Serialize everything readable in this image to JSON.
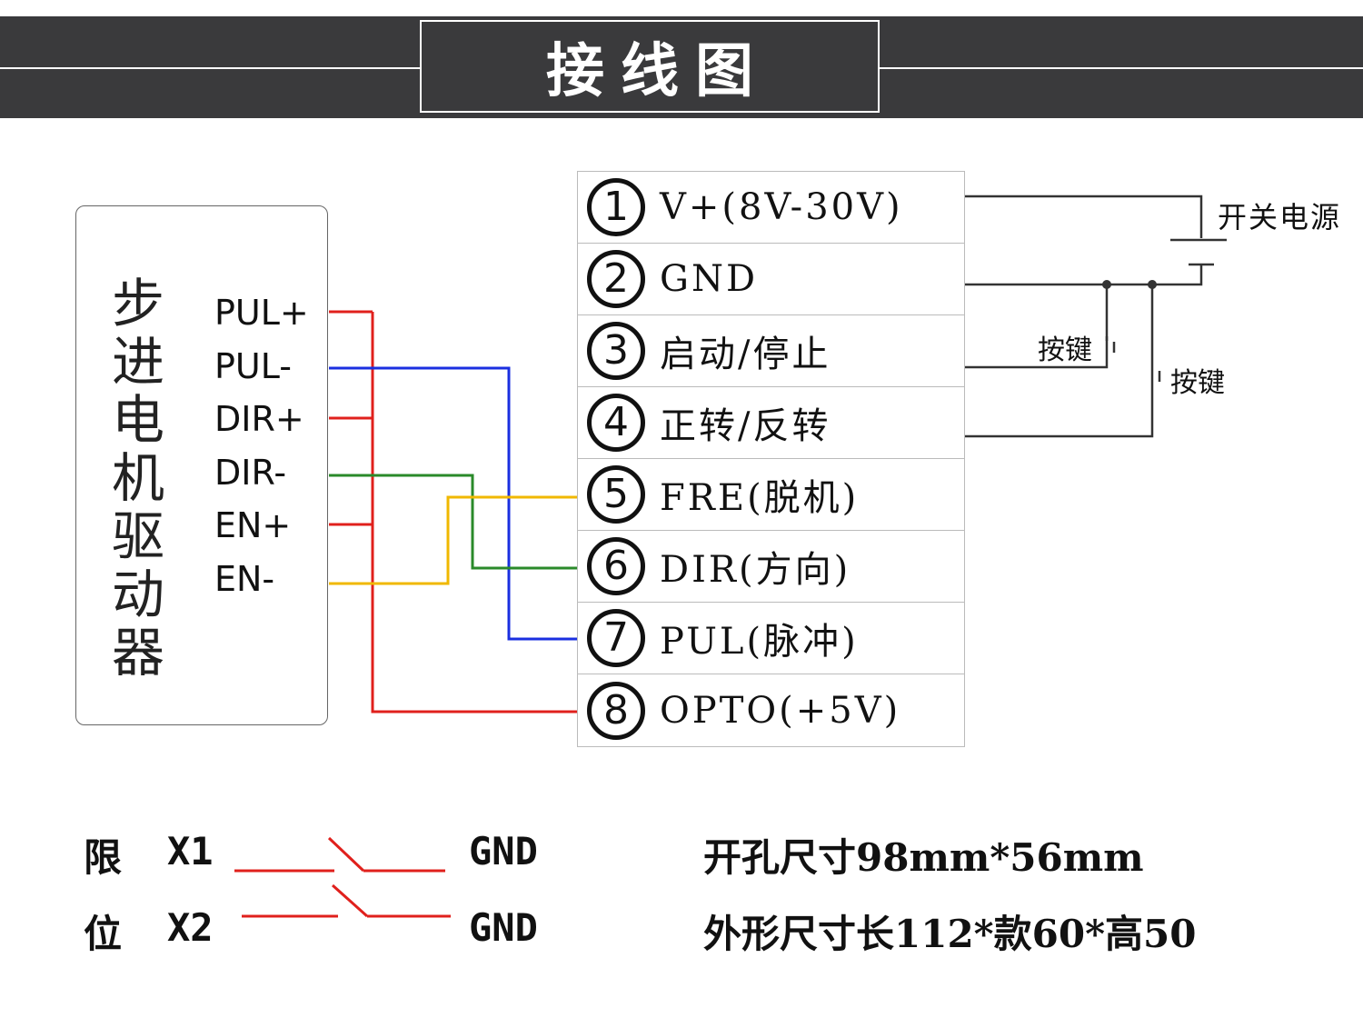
{
  "header": {
    "title": "接线图"
  },
  "driver": {
    "name": "步进电机驱动器",
    "pins": [
      "PUL+",
      "PUL-",
      "DIR+",
      "DIR-",
      "EN+",
      "EN-"
    ]
  },
  "terminal": {
    "rows": [
      {
        "num": "1",
        "label": "V+(8V-30V)"
      },
      {
        "num": "2",
        "label": "GND"
      },
      {
        "num": "3",
        "label": "启动/停止"
      },
      {
        "num": "4",
        "label": "正转/反转"
      },
      {
        "num": "5",
        "label": "FRE(脱机)"
      },
      {
        "num": "6",
        "label": "DIR(方向)"
      },
      {
        "num": "7",
        "label": "PUL(脉冲)"
      },
      {
        "num": "8",
        "label": "OPTO(+5V)"
      }
    ]
  },
  "right": {
    "power_label": "开关电源",
    "key1_label": "按键",
    "key2_label": "按键"
  },
  "limit": {
    "char1": "限",
    "char2": "位",
    "x1": "X1",
    "x2": "X2",
    "gnd1": "GND",
    "gnd2": "GND"
  },
  "specs": {
    "hole": "开孔尺寸98mm*56mm",
    "outline": "外形尺寸长112*款60*高50"
  },
  "colors": {
    "red": "#e0201c",
    "blue": "#1a2fe0",
    "green": "#2a8a2a",
    "yellow": "#f0b800",
    "banner": "#3a3a3c"
  }
}
